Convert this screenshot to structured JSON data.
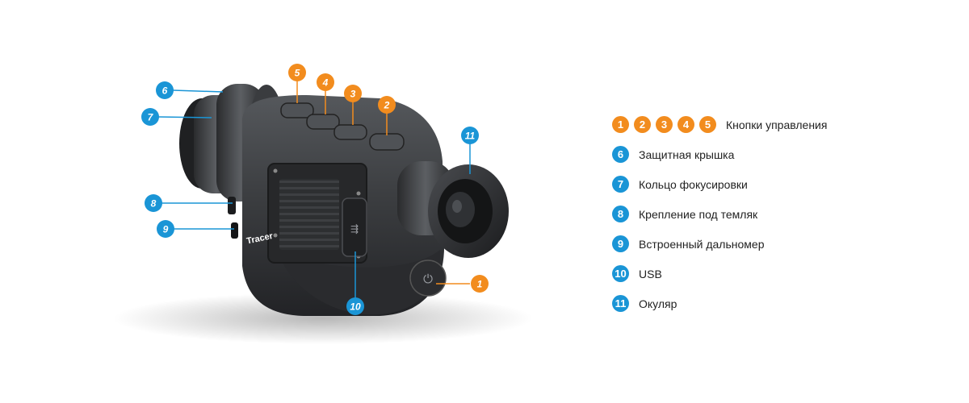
{
  "device": {
    "brand_label": "Tracer",
    "callouts": [
      {
        "id": "1",
        "kind": "button"
      },
      {
        "id": "2",
        "kind": "button"
      },
      {
        "id": "3",
        "kind": "button"
      },
      {
        "id": "4",
        "kind": "button"
      },
      {
        "id": "5",
        "kind": "button"
      },
      {
        "id": "6",
        "kind": "part"
      },
      {
        "id": "7",
        "kind": "part"
      },
      {
        "id": "8",
        "kind": "part"
      },
      {
        "id": "9",
        "kind": "part"
      },
      {
        "id": "10",
        "kind": "part"
      },
      {
        "id": "11",
        "kind": "part"
      }
    ]
  },
  "legend": {
    "controls": {
      "numbers": [
        "1",
        "2",
        "3",
        "4",
        "5"
      ],
      "label": "Кнопки управления"
    },
    "items": [
      {
        "number": "6",
        "label": "Защитная крышка"
      },
      {
        "number": "7",
        "label": "Кольцо фокусировки"
      },
      {
        "number": "8",
        "label": "Крепление под темляк"
      },
      {
        "number": "9",
        "label": "Встроенный дальномер"
      },
      {
        "number": "10",
        "label": "USB"
      },
      {
        "number": "11",
        "label": "Окуляр"
      }
    ]
  },
  "colors": {
    "orange": "#f28c1e",
    "blue": "#1a95d6",
    "body": "#3a3c3f",
    "text": "#222222"
  }
}
